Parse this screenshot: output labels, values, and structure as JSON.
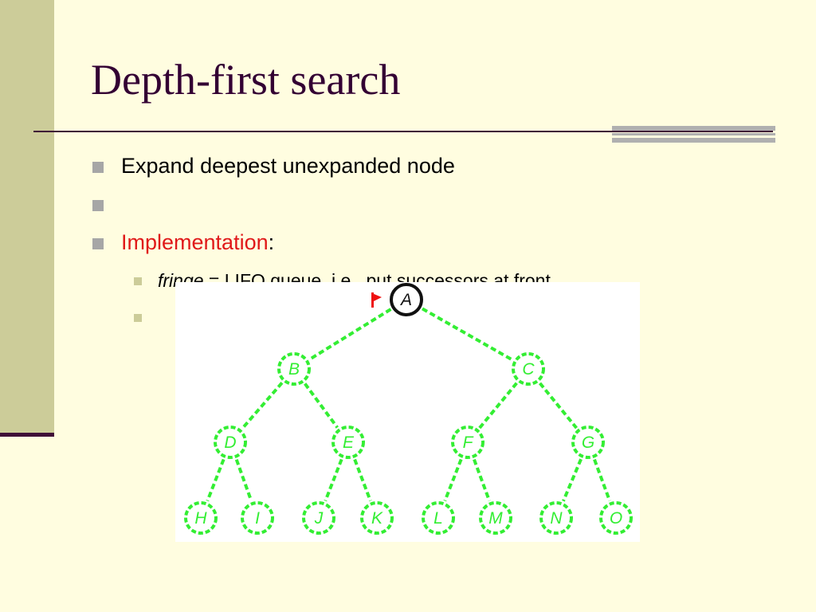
{
  "slide": {
    "title": "Depth-first search",
    "bullets": [
      {
        "text": "Expand deepest unexpanded node"
      },
      {
        "text": ""
      },
      {
        "highlight": "Implementation",
        "suffix": ":"
      }
    ],
    "sub_bullets": [
      {
        "emph": "fringe",
        "text": " = LIFO queue, i.e., put successors at front"
      },
      {
        "text": ""
      }
    ]
  },
  "tree": {
    "nodes": [
      {
        "id": "root",
        "label": "A",
        "state": "current"
      },
      {
        "id": "b",
        "label": "B",
        "state": "unexpanded"
      },
      {
        "id": "c",
        "label": "C",
        "state": "unexpanded"
      },
      {
        "id": "d",
        "label": "D",
        "state": "unexpanded"
      },
      {
        "id": "e",
        "label": "E",
        "state": "unexpanded"
      },
      {
        "id": "f",
        "label": "F",
        "state": "unexpanded"
      },
      {
        "id": "g",
        "label": "G",
        "state": "unexpanded"
      },
      {
        "id": "h",
        "label": "H",
        "state": "unexpanded"
      },
      {
        "id": "i",
        "label": "I",
        "state": "unexpanded"
      },
      {
        "id": "j",
        "label": "J",
        "state": "unexpanded"
      },
      {
        "id": "k",
        "label": "K",
        "state": "unexpanded"
      },
      {
        "id": "l",
        "label": "L",
        "state": "unexpanded"
      },
      {
        "id": "m",
        "label": "M",
        "state": "unexpanded"
      },
      {
        "id": "n",
        "label": "N",
        "state": "unexpanded"
      },
      {
        "id": "o",
        "label": "O",
        "state": "unexpanded"
      }
    ],
    "edges": [
      [
        "root",
        "b"
      ],
      [
        "root",
        "c"
      ],
      [
        "b",
        "d"
      ],
      [
        "b",
        "e"
      ],
      [
        "c",
        "f"
      ],
      [
        "c",
        "g"
      ],
      [
        "d",
        "h"
      ],
      [
        "d",
        "i"
      ],
      [
        "e",
        "j"
      ],
      [
        "e",
        "k"
      ],
      [
        "f",
        "l"
      ],
      [
        "f",
        "m"
      ],
      [
        "g",
        "n"
      ],
      [
        "g",
        "o"
      ]
    ],
    "colors": {
      "unexpanded": "#33ee33",
      "current": "#111111",
      "fringe_flag": "#ee1111"
    }
  }
}
